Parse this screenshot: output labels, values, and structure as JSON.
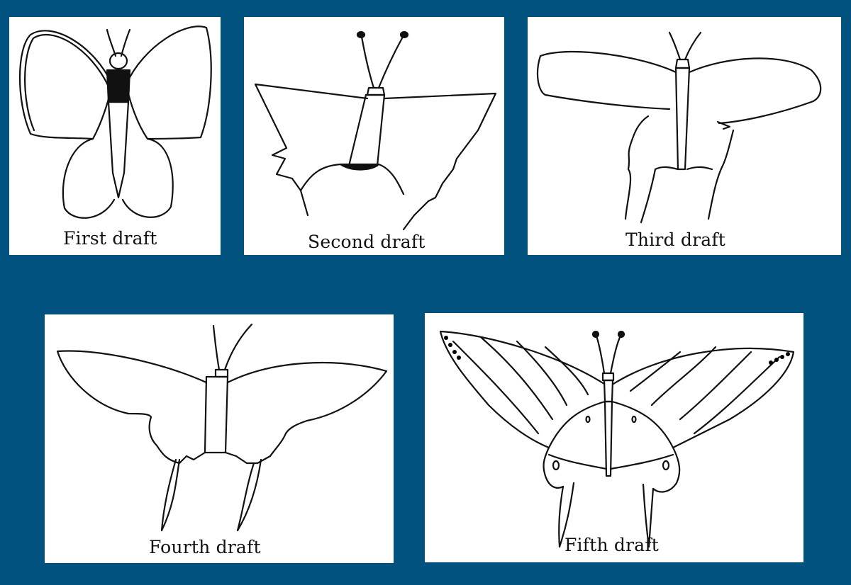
{
  "panels": [
    {
      "id": "first",
      "caption": "First draft"
    },
    {
      "id": "second",
      "caption": "Second draft"
    },
    {
      "id": "third",
      "caption": "Third draft"
    },
    {
      "id": "fourth",
      "caption": "Fourth draft"
    },
    {
      "id": "fifth",
      "caption": "Fifth draft"
    }
  ],
  "colors": {
    "background": "#02527f",
    "panel": "#ffffff",
    "ink": "#111111"
  }
}
